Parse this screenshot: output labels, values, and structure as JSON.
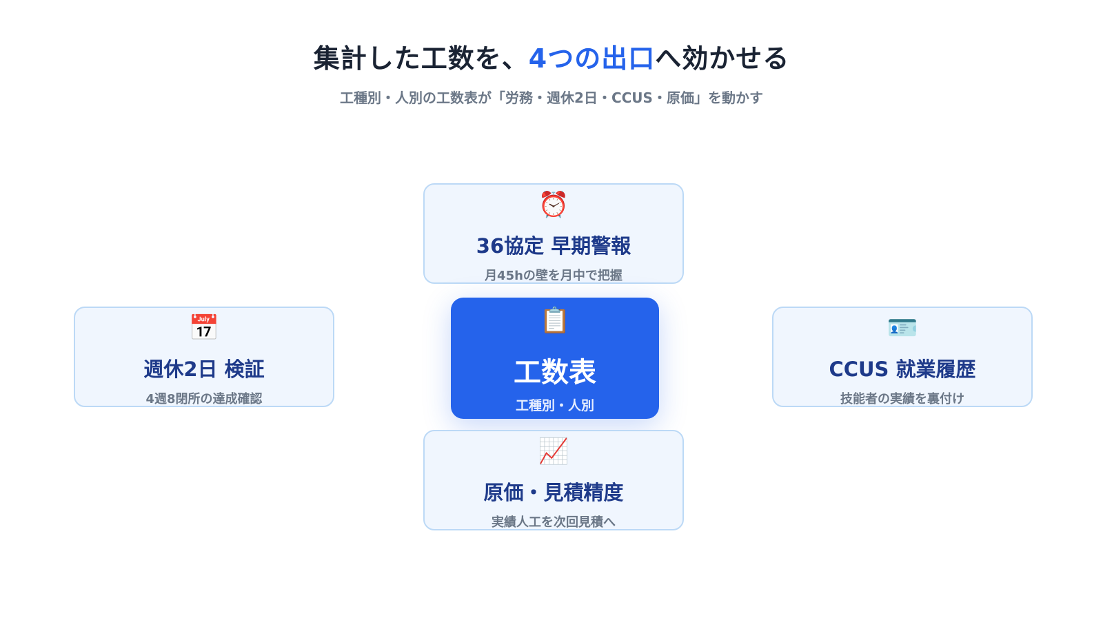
{
  "header": {
    "title_pre": "集計した工数を、",
    "title_accent": "4つの出口",
    "title_post": "へ効かせる",
    "subtitle": "工種別・人別の工数表が「労務・週休2日・CCUS・原価」を動かす"
  },
  "center": {
    "icon": "clipboard-icon",
    "icon_glyph": "📋",
    "label": "工数表",
    "desc": "工種別・人別"
  },
  "cards": {
    "top": {
      "icon": "alarm-clock-icon",
      "icon_glyph": "⏰",
      "label": "36協定 早期警報",
      "desc": "月45hの壁を月中で把握"
    },
    "left": {
      "icon": "calendar-icon",
      "icon_glyph": "📅",
      "label": "週休2日 検証",
      "desc": "4週8閉所の達成確認"
    },
    "right": {
      "icon": "id-card-icon",
      "icon_glyph": "🪪",
      "label": "CCUS 就業履歴",
      "desc": "技能者の実績を裏付け"
    },
    "bottom": {
      "icon": "chart-increasing-icon",
      "icon_glyph": "📈",
      "label": "原価・見積精度",
      "desc": "実績人工を次回見積へ"
    }
  },
  "colors": {
    "accent": "#2563eb",
    "card_bg": "#f0f6fe",
    "card_border": "#bcd9f6",
    "card_label": "#1e3a8a",
    "muted_text": "#6b7787"
  }
}
